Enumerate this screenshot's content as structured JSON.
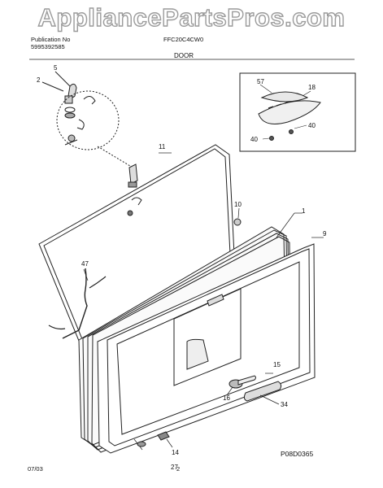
{
  "watermark": "AppliancePartsPros.com",
  "header": {
    "publication_label": "Publication No",
    "publication_number": "5995392585",
    "model": "FFC20C4CW0",
    "section": "DOOR"
  },
  "callouts": {
    "c2": "2",
    "c5": "5",
    "c11": "11",
    "c10": "10",
    "c1": "1",
    "c9": "9",
    "c47": "47",
    "c57": "57",
    "c18": "18",
    "c40a": "40",
    "c40b": "40",
    "c15": "15",
    "c16": "16",
    "c34": "34",
    "c14": "14",
    "c27": "27"
  },
  "drawing_id": "P08D0365",
  "footer": {
    "date": "07/03",
    "page": "2"
  }
}
